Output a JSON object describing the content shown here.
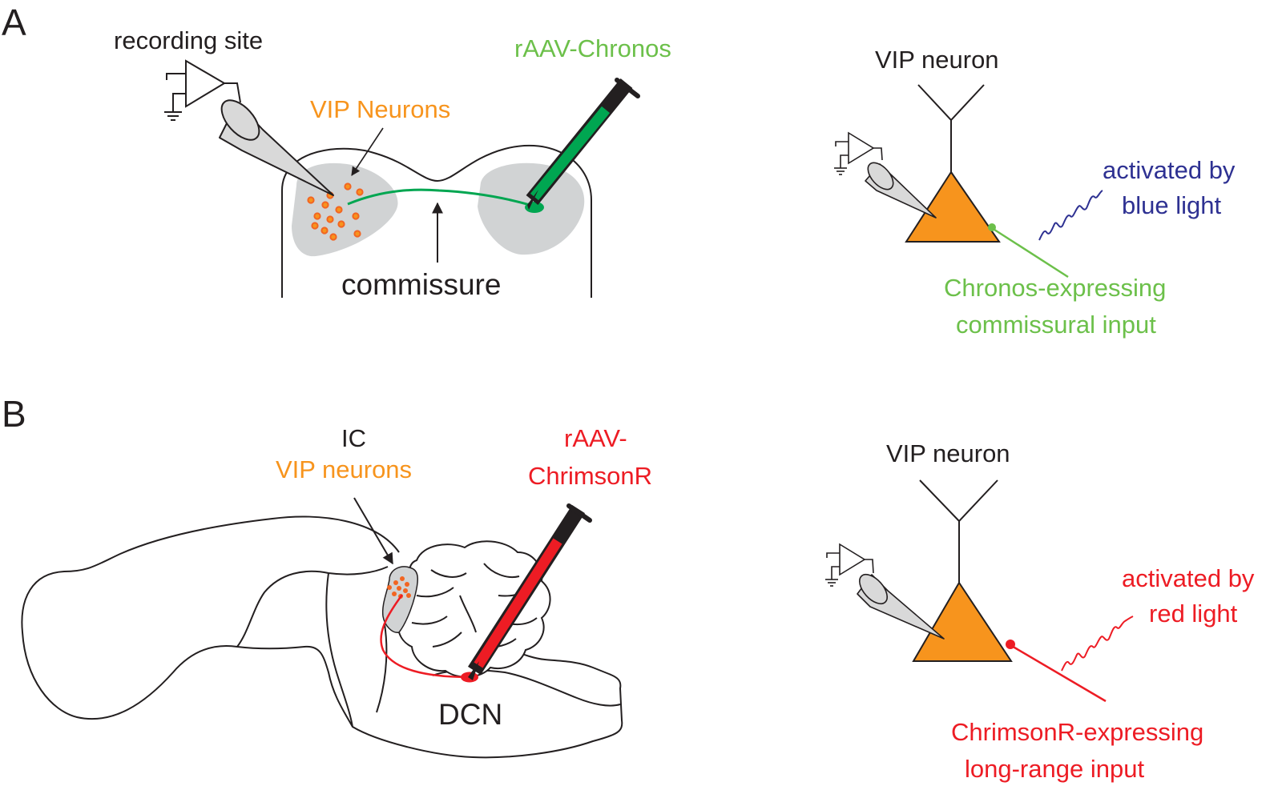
{
  "colors": {
    "orange": "#f7941d",
    "orange_text": "#f7941d",
    "dot_orange": "#f26522",
    "green": "#00a651",
    "green_text": "#6cc04a",
    "blue_text": "#2e3192",
    "red": "#ed1c24",
    "gray_fill": "#d1d3d4",
    "pipette_fill": "#d9d9d9",
    "ink": "#231f20"
  },
  "panel_a": {
    "letter": "A",
    "recording_site": "recording site",
    "vip_neurons": "VIP Neurons",
    "virus": "rAAV-Chronos",
    "commissure": "commissure",
    "cell_label": "VIP neuron",
    "light_line1": "activated by",
    "light_line2": "blue light",
    "input_line1": "Chronos-expressing",
    "input_line2": "commissural input"
  },
  "panel_b": {
    "letter": "B",
    "ic": "IC",
    "vip_neurons": "VIP neurons",
    "virus_line1": "rAAV-",
    "virus_line2": "ChrimsonR",
    "dcn": "DCN",
    "cell_label": "VIP neuron",
    "light_line1": "activated by",
    "light_line2": "red light",
    "input_line1": "ChrimsonR-expressing",
    "input_line2": "long-range input"
  }
}
